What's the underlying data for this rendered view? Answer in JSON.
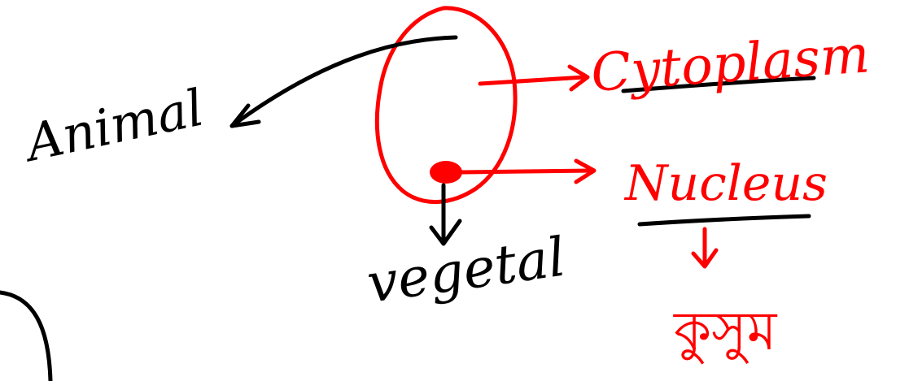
{
  "labels": {
    "animal": "Animal",
    "vegetal": "vegetal",
    "cytoplasm": "Cytoplasm",
    "nucleus": "Nucleus",
    "nucleus_bengali": "কুসুম"
  },
  "colors": {
    "red_ink": "#ff0000",
    "black_ink": "#000000",
    "background": "#ffffff"
  }
}
